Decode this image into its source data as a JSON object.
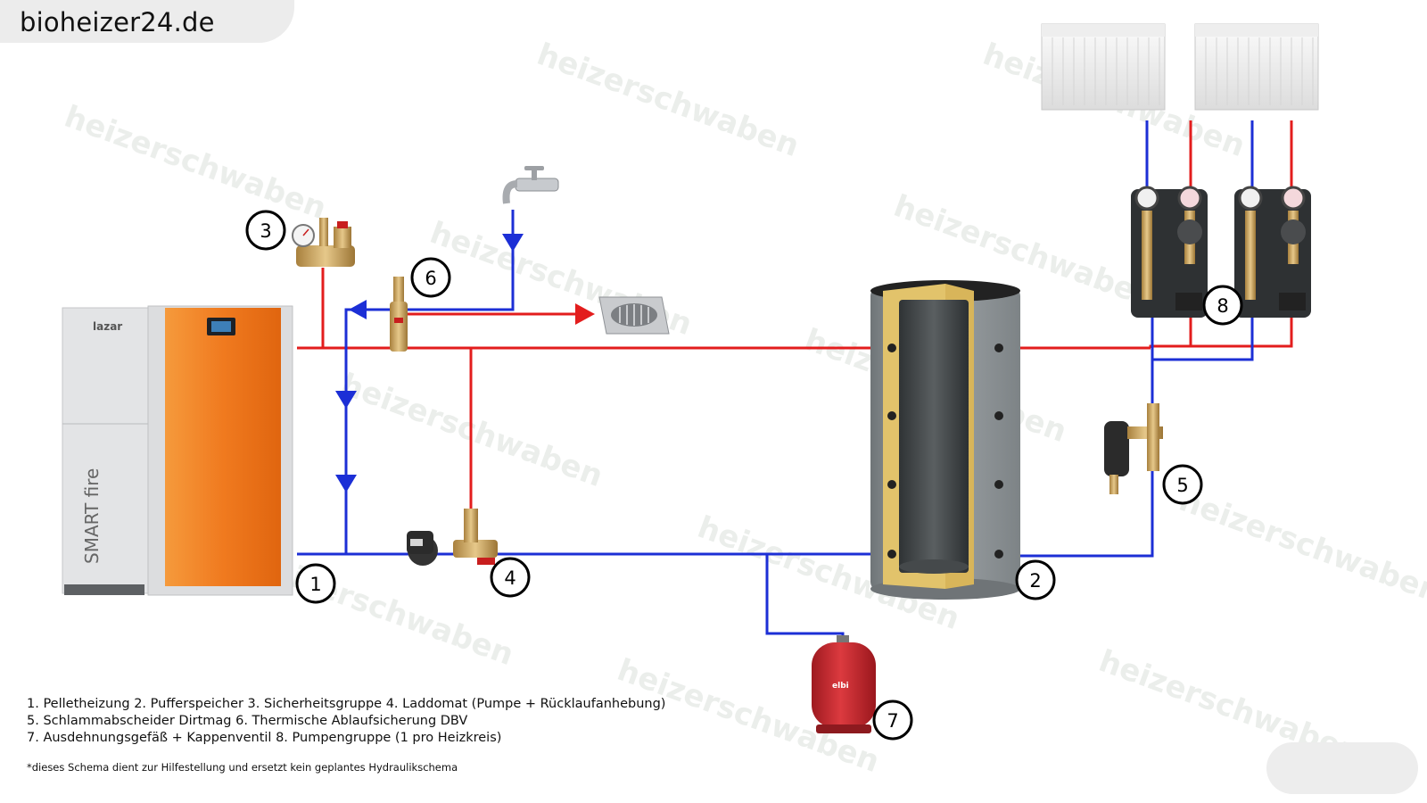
{
  "site_title": "bioheizer24.de",
  "watermark_text": "heizerschwaben",
  "boiler": {
    "brand": "lazar",
    "model": "SMART fire"
  },
  "expansion_vessel_brand": "elbi",
  "markers": [
    "1",
    "2",
    "3",
    "4",
    "5",
    "6",
    "7",
    "8"
  ],
  "legend": {
    "line1": "1. Pelletheizung   2. Pufferspeicher   3. Sicherheitsgruppe   4. Laddomat (Pumpe + Rücklaufanhebung)",
    "line2": "5. Schlammabscheider Dirtmag   6. Thermische Ablaufsicherung DBV",
    "line3": "7. Ausdehnungsgefäß + Kappenventil   8. Pumpengruppe (1 pro Heizkreis)",
    "note": "*dieses Schema dient zur Hilfestellung und ersetzt kein geplantes Hydraulikschema"
  },
  "colors": {
    "flow_red": "#e31d1d",
    "return_blue": "#1c2fd6",
    "boiler_orange": "#f07a1f",
    "tank_grey": "#8e9497",
    "insulation": "#e2c36b",
    "vessel_red": "#c8242b",
    "brass": "#c9a15a"
  }
}
